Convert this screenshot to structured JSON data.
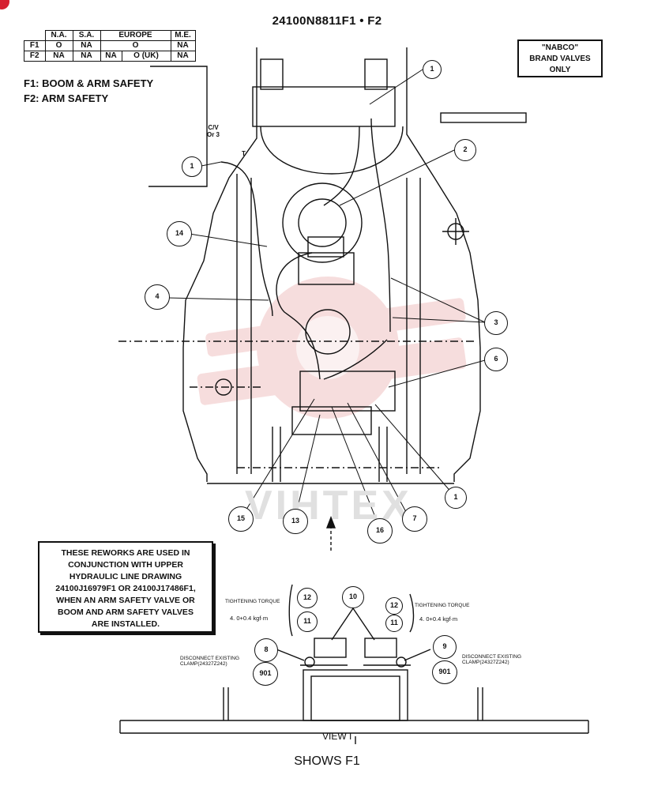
{
  "drawing_number": "24100N8811F1 • F2",
  "region_table": {
    "header": [
      "",
      "N.A.",
      "S.A.",
      "EUROPE",
      "M.E."
    ],
    "rows": [
      [
        "F1",
        "O",
        "NA",
        "O",
        "NA"
      ],
      [
        "F2",
        "NA",
        "NA",
        "NA",
        "O (UK)",
        "NA"
      ]
    ]
  },
  "legend": {
    "f1": "F1: BOOM & ARM SAFETY",
    "f2": "F2: ARM SAFETY"
  },
  "nabco_note": [
    "\"NABCO\"",
    "BRAND VALVES",
    "ONLY"
  ],
  "rework_note": [
    "THESE REWORKS ARE USED IN",
    "CONJUNCTION WITH UPPER",
    "HYDRAULIC LINE DRAWING",
    "24100J16979F1 OR 24100J17486F1,",
    "WHEN AN ARM SAFETY VALVE OR",
    "BOOM AND ARM SAFETY VALVES",
    "ARE INSTALLED."
  ],
  "cv_label": [
    "C/V",
    "Or 3"
  ],
  "t_label": "T",
  "torque_left": {
    "title": "TIGHTENING TORQUE",
    "value": "4. 0+0.4 kgf·m"
  },
  "torque_right": {
    "title": "TIGHTENING TORQUE",
    "value": "4. 0+0.4 kgf·m"
  },
  "clamp_left": [
    "DISCONNECT EXISTING",
    "CLAMP(24327Z242)"
  ],
  "clamp_right": [
    "DISCONNECT EXISTING",
    "CLAMP(24327Z242)"
  ],
  "view_label": "VIEW I",
  "caption": "SHOWS F1",
  "watermark": "VIHTEX",
  "balloons": {
    "b1_top": "1",
    "b2": "2",
    "b1_left": "1",
    "b14": "14",
    "b4": "4",
    "b3": "3",
    "b6": "6",
    "b1_right": "1",
    "b15": "15",
    "b13": "13",
    "b16": "16",
    "b7": "7",
    "b12_left": "12",
    "b11_left": "11",
    "b10": "10",
    "b12_right": "12",
    "b11_right": "11",
    "b8": "8",
    "b901_left": "901",
    "b9": "9",
    "b901_right": "901"
  },
  "colors": {
    "ink": "#111111",
    "watermark": "#e8a0a0",
    "corner_mark": "#d62030"
  }
}
